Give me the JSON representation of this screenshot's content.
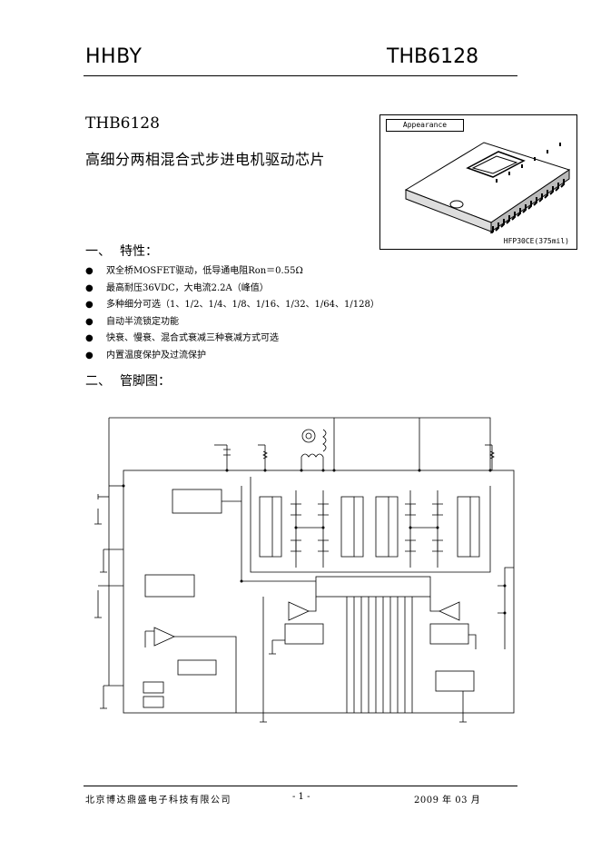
{
  "header": {
    "left": "HHBY",
    "right": "THB6128"
  },
  "title": "THB6128",
  "subtitle": "高细分两相混合式步进电机驱动芯片",
  "package": {
    "tab_label": "Appearance",
    "package_name": "HFP30CE(375mil)"
  },
  "sections": [
    {
      "number": "一、",
      "label": "特性："
    },
    {
      "number": "二、",
      "label": "管脚图："
    }
  ],
  "bullet_symbol": "●",
  "features": [
    "双全桥MOSFET驱动，低导通电阻Ron＝0.55Ω",
    "最高耐压36VDC，大电流2.2A（峰值）",
    "多种细分可选（1、1/2、1/4、1/8、1/16、1/32、1/64、1/128）",
    "自动半流锁定功能",
    "快衰、慢衰、混合式衰减三种衰减方式可选",
    "内置温度保护及过流保护"
  ],
  "footer": {
    "company": "北京博达鼎盛电子科技有限公司",
    "page": "- 1 -",
    "date": "2009 年 03 月"
  }
}
